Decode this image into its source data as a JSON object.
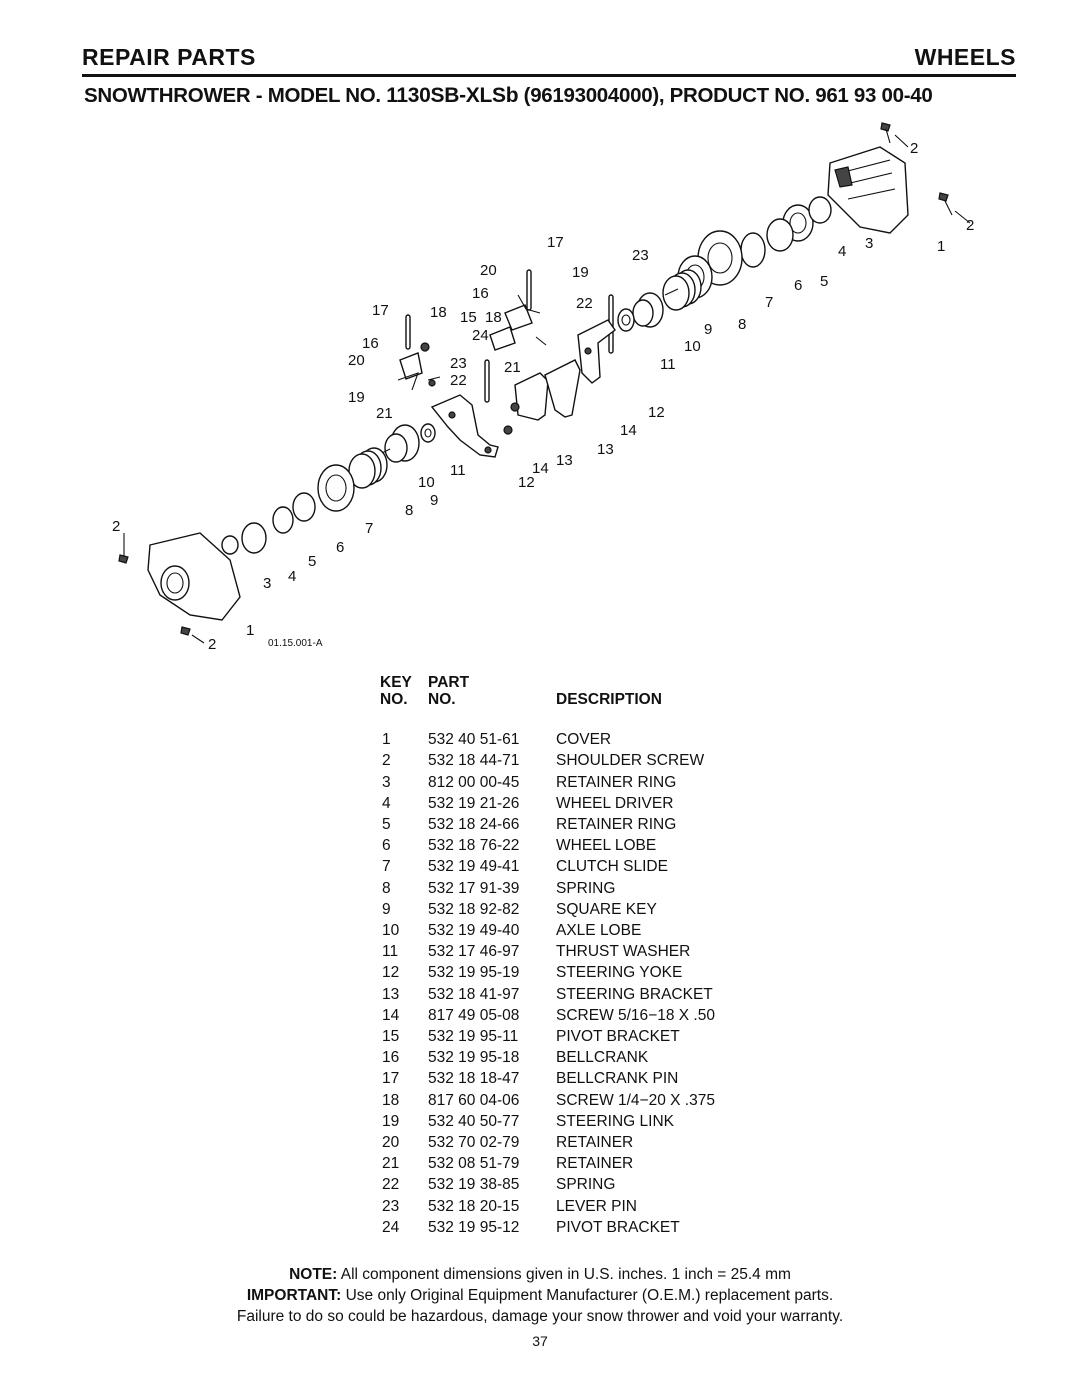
{
  "header": {
    "left": "REPAIR PARTS",
    "right": "WHEELS"
  },
  "subtitle": {
    "prefix": "SNOWTHROWER - MODEL NO. ",
    "model": "1130SB-XLSb",
    "suffix": " (96193004000), PRODUCT NO. 961 93 00-40"
  },
  "diagram": {
    "code": "01.15.001-A",
    "callouts": [
      "1",
      "2",
      "3",
      "4",
      "5",
      "6",
      "7",
      "8",
      "9",
      "10",
      "11",
      "12",
      "13",
      "14",
      "15",
      "16",
      "17",
      "18",
      "19",
      "20",
      "21",
      "22",
      "23",
      "24"
    ]
  },
  "table": {
    "headers": {
      "key_top": "KEY",
      "key_bottom": "NO.",
      "part_top": "PART",
      "part_bottom": "NO.",
      "description": "DESCRIPTION"
    },
    "rows": [
      {
        "key": "1",
        "part": "532 40 51-61",
        "desc": "COVER"
      },
      {
        "key": "2",
        "part": "532 18 44-71",
        "desc": "SHOULDER SCREW"
      },
      {
        "key": "3",
        "part": "812 00 00-45",
        "desc": "RETAINER RING"
      },
      {
        "key": "4",
        "part": "532 19 21-26",
        "desc": "WHEEL DRIVER"
      },
      {
        "key": "5",
        "part": "532 18 24-66",
        "desc": "RETAINER RING"
      },
      {
        "key": "6",
        "part": "532 18 76-22",
        "desc": "WHEEL LOBE"
      },
      {
        "key": "7",
        "part": "532 19 49-41",
        "desc": "CLUTCH SLIDE"
      },
      {
        "key": "8",
        "part": "532 17 91-39",
        "desc": "SPRING"
      },
      {
        "key": "9",
        "part": "532 18 92-82",
        "desc": "SQUARE KEY"
      },
      {
        "key": "10",
        "part": "532 19 49-40",
        "desc": "AXLE LOBE"
      },
      {
        "key": "11",
        "part": "532 17 46-97",
        "desc": "THRUST WASHER"
      },
      {
        "key": "12",
        "part": "532 19 95-19",
        "desc": "STEERING YOKE"
      },
      {
        "key": "13",
        "part": "532 18 41-97",
        "desc": "STEERING BRACKET"
      },
      {
        "key": "14",
        "part": "817 49 05-08",
        "desc": "SCREW 5/16−18 X .50"
      },
      {
        "key": "15",
        "part": "532 19 95-11",
        "desc": "PIVOT BRACKET"
      },
      {
        "key": "16",
        "part": "532 19 95-18",
        "desc": "BELLCRANK"
      },
      {
        "key": "17",
        "part": "532 18 18-47",
        "desc": "BELLCRANK PIN"
      },
      {
        "key": "18",
        "part": "817 60 04-06",
        "desc": "SCREW 1/4−20 X .375"
      },
      {
        "key": "19",
        "part": "532 40 50-77",
        "desc": "STEERING LINK"
      },
      {
        "key": "20",
        "part": "532 70 02-79",
        "desc": "RETAINER"
      },
      {
        "key": "21",
        "part": "532 08 51-79",
        "desc": "RETAINER"
      },
      {
        "key": "22",
        "part": "532 19 38-85",
        "desc": "SPRING"
      },
      {
        "key": "23",
        "part": "532 18 20-15",
        "desc": "LEVER PIN"
      },
      {
        "key": "24",
        "part": "532 19 95-12",
        "desc": "PIVOT BRACKET"
      }
    ]
  },
  "note": {
    "label": "NOTE:",
    "text": " All component dimensions given in U.S. inches.    1 inch = 25.4 mm"
  },
  "important": {
    "label": "IMPORTANT:",
    "text": " Use only Original Equipment Manufacturer (O.E.M.) replacement parts."
  },
  "warning": "Failure to do so could be hazardous, damage your snow thrower and void your warranty.",
  "page_number": "37"
}
